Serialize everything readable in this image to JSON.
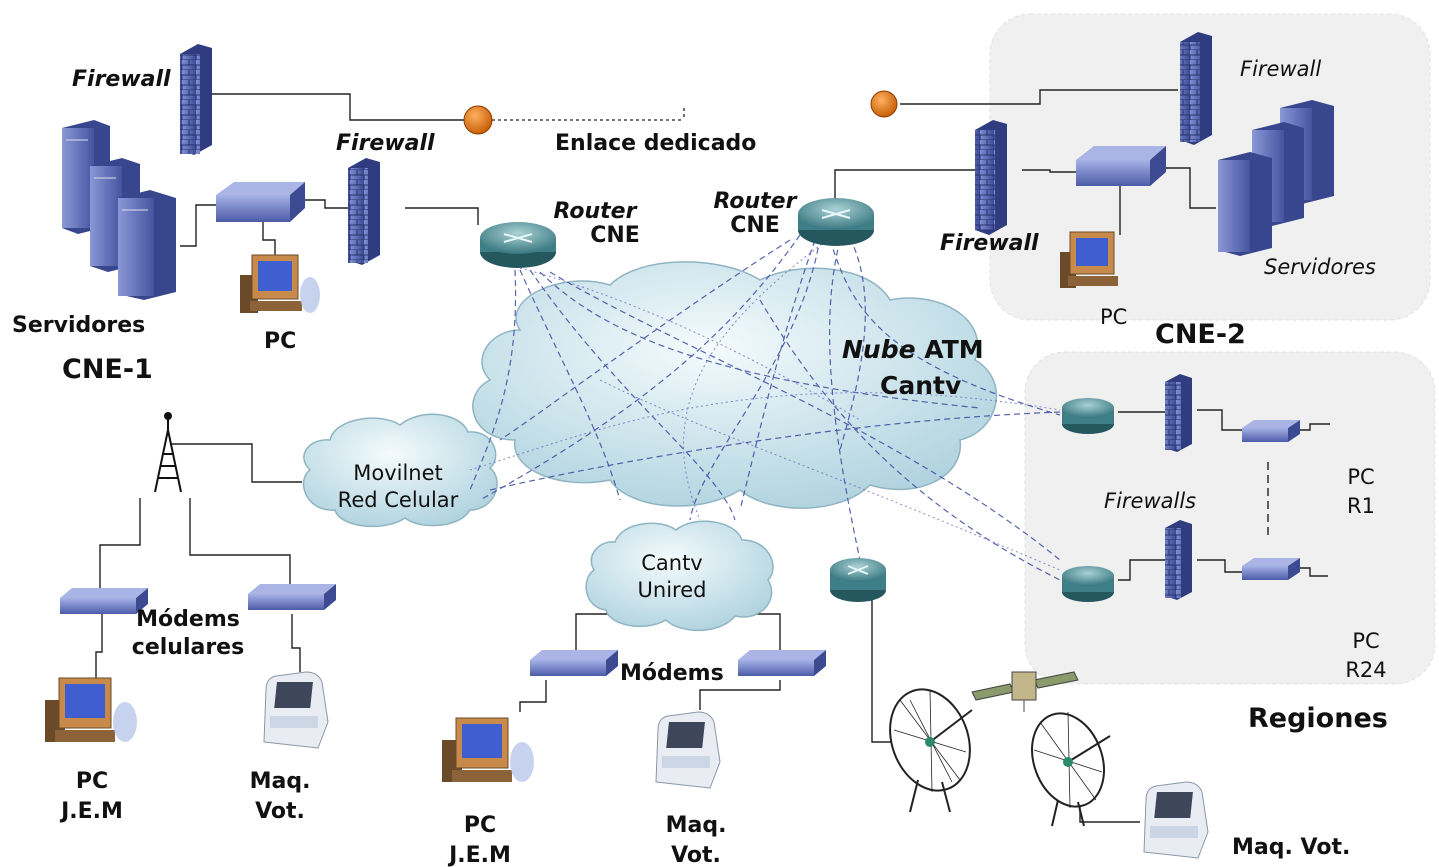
{
  "labels": {
    "firewall_1a": "Firewall",
    "firewall_1b": "Firewall",
    "enlace": "Enlace dedicado",
    "router_cne_1": [
      "Router",
      "CNE"
    ],
    "router_cne_2": [
      "Router",
      "CNE"
    ],
    "servidores_1": "Servidores",
    "pc_1": "PC",
    "cne_1": "CNE-1",
    "firewall_2a": "Firewall",
    "firewall_2b": "Firewall",
    "servidores_2": "Servidores",
    "pc_2": "PC",
    "cne_2": "CNE-2",
    "nube": [
      "Nube",
      "ATM"
    ],
    "cantv": "Cantv",
    "movilnet": [
      "Movilnet",
      "Red Celular"
    ],
    "unired": [
      "Cantv",
      "Unired"
    ],
    "firewalls": "Firewalls",
    "pc_r1": [
      "PC",
      "R1"
    ],
    "pc_r24": [
      "PC",
      "R24"
    ],
    "regiones": "Regiones",
    "modems_cel": [
      "Módems",
      "celulares"
    ],
    "modems": "Módems",
    "pc_jem_1": [
      "PC",
      "J.E.M"
    ],
    "maq_vot_1": [
      "Maq.",
      "Vot."
    ],
    "pc_jem_2": [
      "PC",
      "J.E.M"
    ],
    "maq_vot_2": [
      "Maq.",
      "Vot."
    ],
    "maq_vot_3": "Maq. Vot."
  },
  "colors": {
    "device_blue": "#5d6fb8",
    "device_dark": "#3a4a8c",
    "router_teal": "#4f8f96",
    "cloud_fill": "#d6ecf2",
    "link_dash": "#3a4aa0",
    "region_bg": "#efefef",
    "orange_node": "#e07000"
  }
}
